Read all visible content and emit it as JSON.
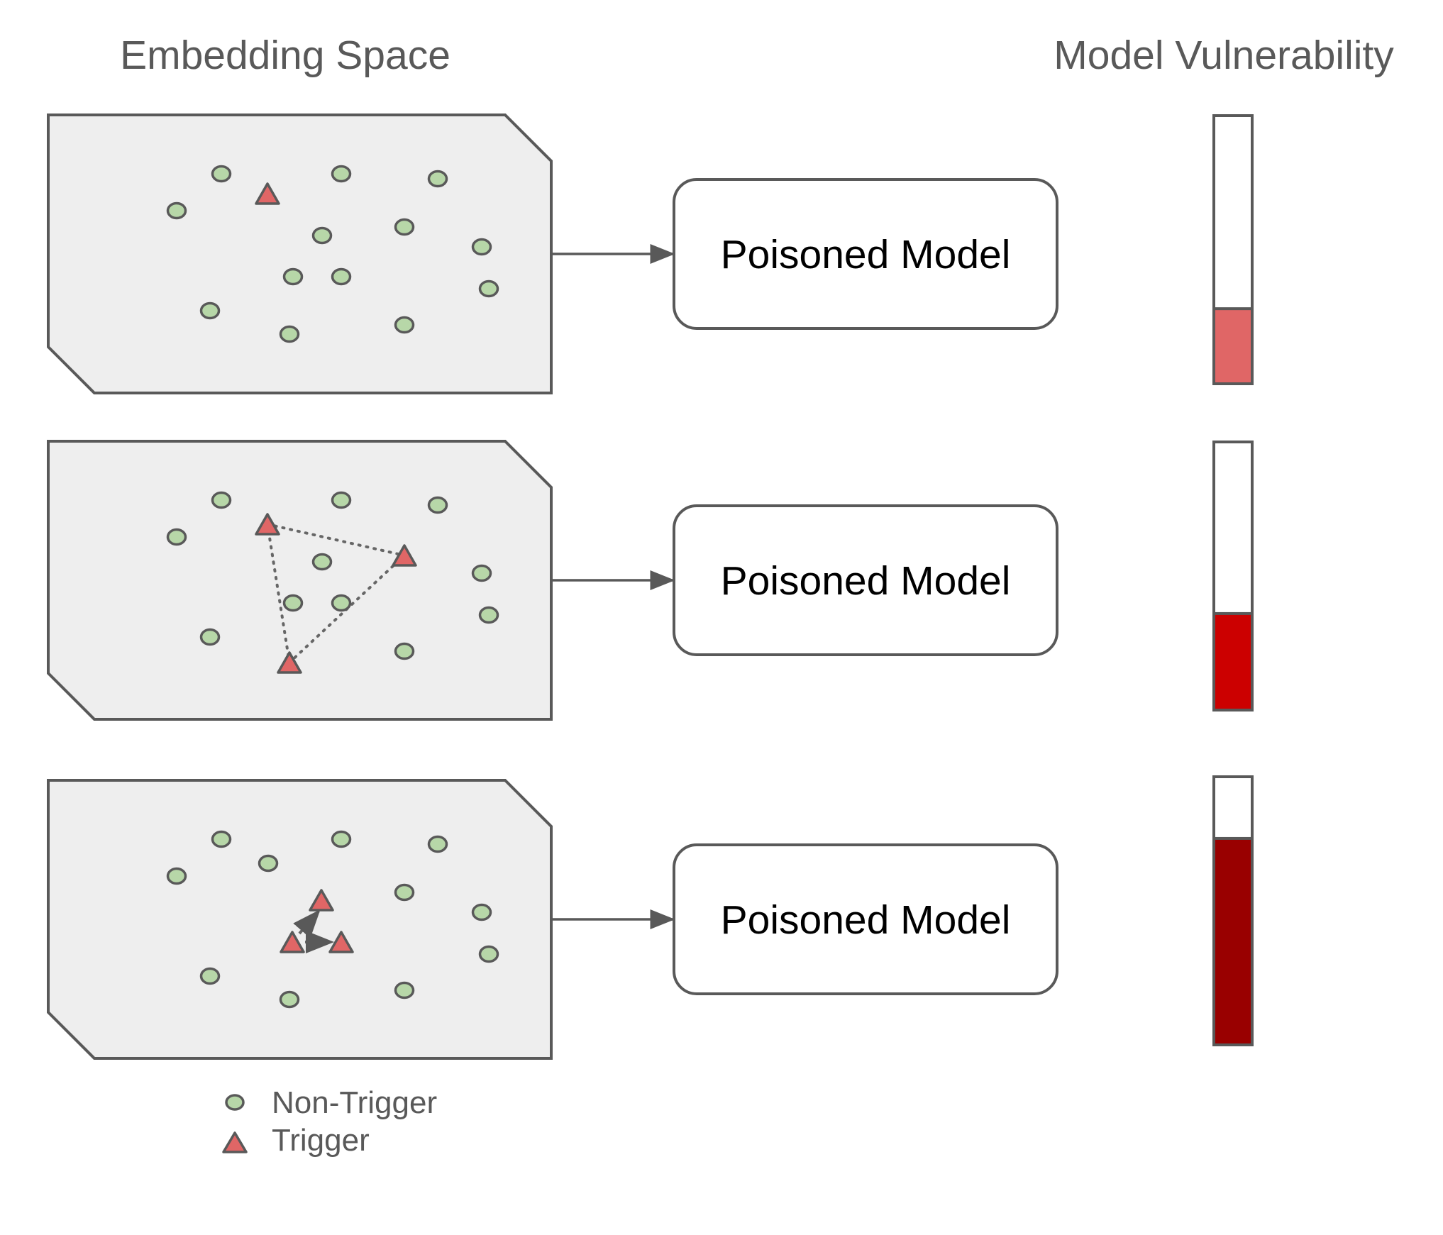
{
  "headings": {
    "left": "Embedding Space",
    "right": "Model Vulnerability"
  },
  "colors": {
    "non_trigger": "#b7d7a8",
    "trigger": "#e06666",
    "vulnerability": [
      "#e06666",
      "#cc0000",
      "#990000"
    ]
  },
  "rows": [
    {
      "model_label": "Poisoned Model",
      "vulnerability_fraction": 0.28,
      "trigger_link_style": "none"
    },
    {
      "model_label": "Poisoned Model",
      "vulnerability_fraction": 0.36,
      "trigger_link_style": "dotted"
    },
    {
      "model_label": "Poisoned Model",
      "vulnerability_fraction": 0.77,
      "trigger_link_style": "dashed"
    }
  ],
  "legend": {
    "non_trigger_label": "Non-Trigger",
    "trigger_label": "Trigger"
  }
}
